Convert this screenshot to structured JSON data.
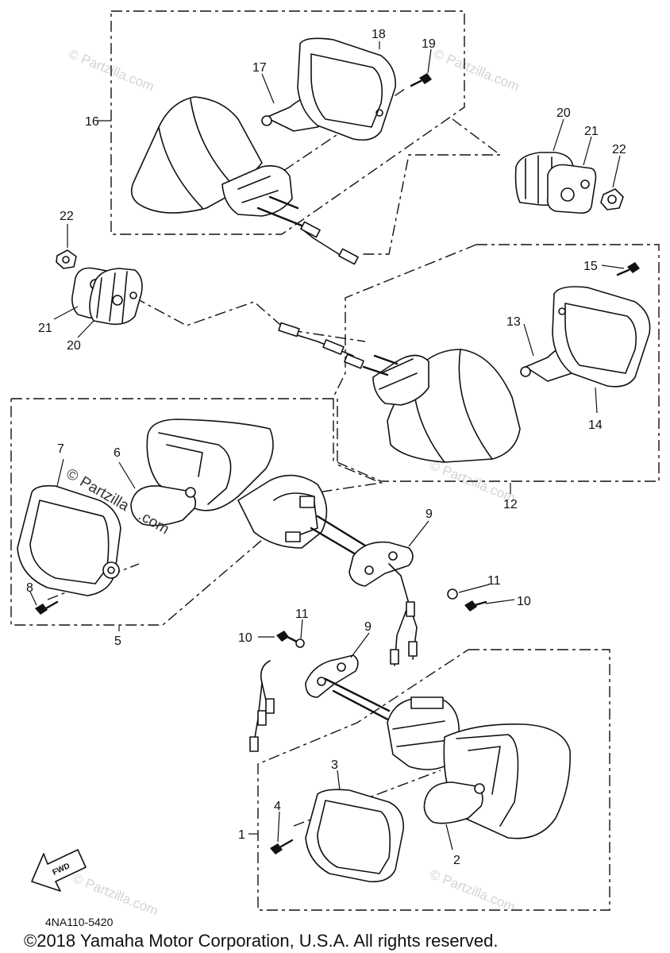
{
  "callouts": {
    "p1": "1",
    "p2": "2",
    "p3": "3",
    "p4": "4",
    "p5": "5",
    "p6": "6",
    "p7": "7",
    "p8": "8",
    "p9a": "9",
    "p9b": "9",
    "p10a": "10",
    "p10b": "10",
    "p11a": "11",
    "p11b": "11",
    "p12": "12",
    "p13": "13",
    "p14": "14",
    "p15": "15",
    "p16": "16",
    "p17": "17",
    "p18": "18",
    "p19": "19",
    "p20a": "20",
    "p20b": "20",
    "p21a": "21",
    "p21b": "21",
    "p22a": "22",
    "p22b": "22"
  },
  "watermark": {
    "text": "© Partzilla.com",
    "prominent_symbol": "©",
    "prominent_text": "Partzilla",
    "prominent_suffix": ".com"
  },
  "fwd_label": "FWD",
  "diagram_code": "4NA110-5420",
  "copyright": "©2018 Yamaha Motor Corporation, U.S.A. All rights reserved."
}
